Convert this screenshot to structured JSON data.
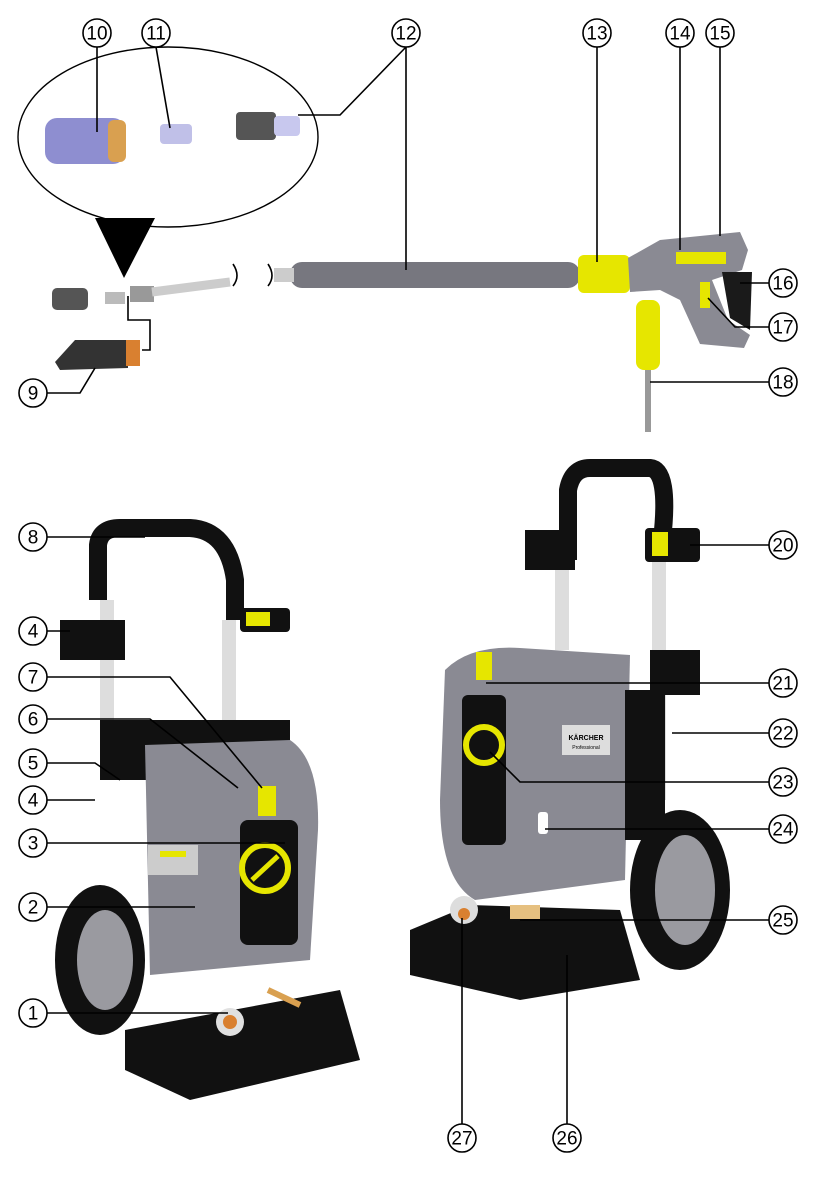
{
  "diagram": {
    "title": "Pressure washer parts overview",
    "brand_label": "KÄRCHER",
    "brand_sub": "Professional",
    "callouts": [
      "1",
      "2",
      "3",
      "4",
      "5",
      "6",
      "7",
      "8",
      "9",
      "10",
      "11",
      "12",
      "13",
      "14",
      "15",
      "16",
      "17",
      "18",
      "20",
      "21",
      "22",
      "23",
      "24",
      "25",
      "26",
      "27"
    ],
    "colors": {
      "body_gray": "#8a8a93",
      "dark": "#1a1a1a",
      "yellow": "#e6e600",
      "lilac": "#a8a8d8",
      "brass": "#d9a050"
    }
  }
}
